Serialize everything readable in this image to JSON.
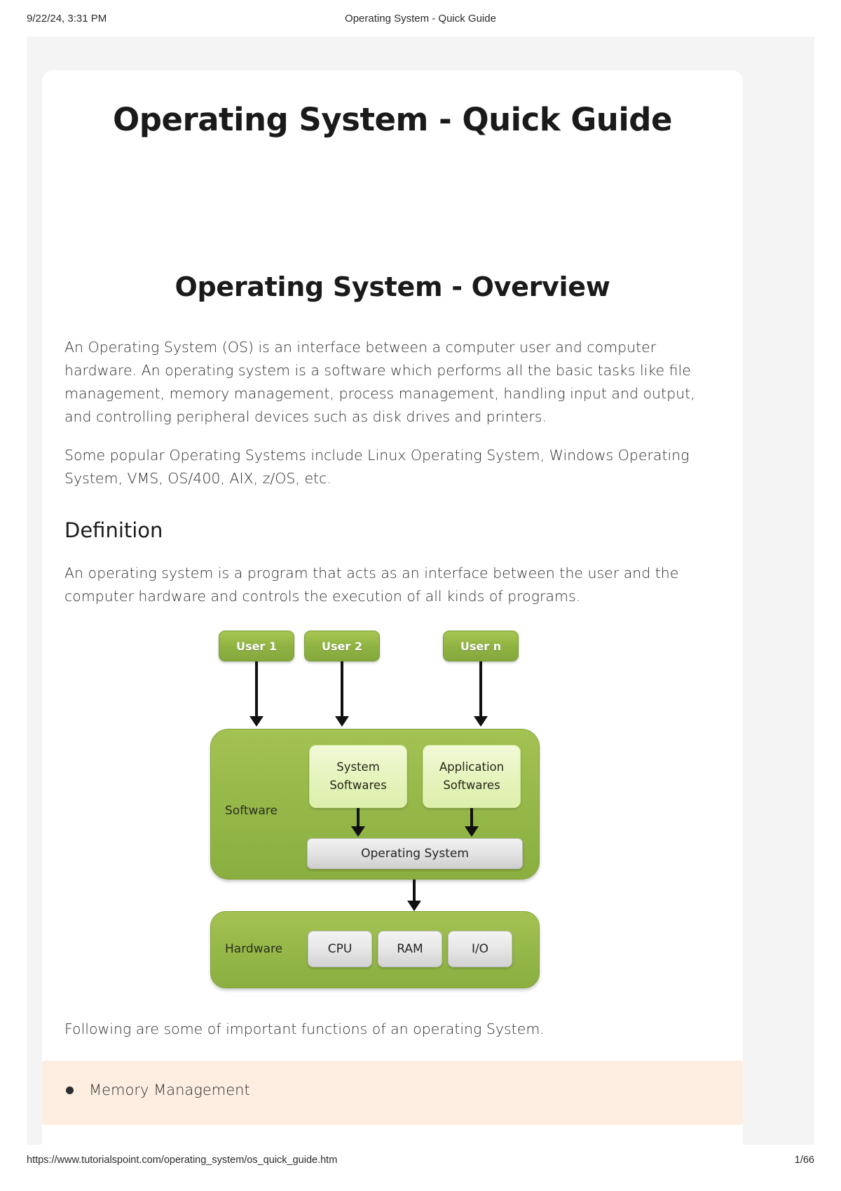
{
  "print_header": {
    "date": "9/22/24, 3:31 PM",
    "title": "Operating System - Quick Guide"
  },
  "print_footer": {
    "url": "https://www.tutorialspoint.com/operating_system/os_quick_guide.htm",
    "page": "1/66"
  },
  "document": {
    "title": "Operating System - Quick Guide",
    "section_title": "Operating System - Overview",
    "paragraph_1": "An Operating System (OS) is an interface between a computer user and computer hardware. An operating system is a software which performs all the basic tasks like file management, memory management, process management, handling input and output, and controlling peripheral devices such as disk drives and printers.",
    "paragraph_2": "Some popular Operating Systems include Linux Operating System, Windows Operating System, VMS, OS/400, AIX, z/OS, etc.",
    "definition_heading": "Definition",
    "definition_text": "An operating system is a program that acts as an interface between the user and the computer hardware and controls the execution of all kinds of programs.",
    "functions_intro": "Following are some of important functions of an operating System.",
    "functions": [
      {
        "label": "Memory Management"
      }
    ]
  },
  "diagram": {
    "users": [
      {
        "label": "User 1"
      },
      {
        "label": "User 2"
      },
      {
        "label": "User n"
      }
    ],
    "software_label": "Software",
    "software_boxes": [
      {
        "line1": "System",
        "line2": "Softwares"
      },
      {
        "line1": "Application",
        "line2": "Softwares"
      }
    ],
    "os_label": "Operating System",
    "hardware_label": "Hardware",
    "hardware_boxes": [
      {
        "label": "CPU"
      },
      {
        "label": "RAM"
      },
      {
        "label": "I/O"
      }
    ]
  },
  "colors": {
    "green_panel": "#94b748",
    "light_green_box": "#e4f3ba",
    "gray_box": "#e3e3e3",
    "highlight_bg": "#fdeee1",
    "page_bg": "#f4f4f4"
  }
}
